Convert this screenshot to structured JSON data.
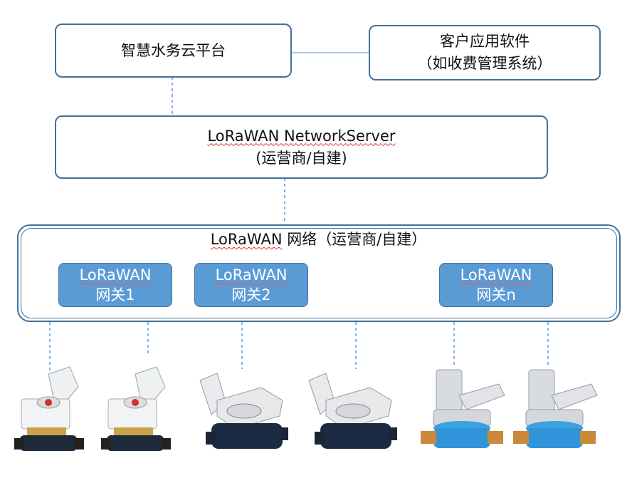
{
  "platform": {
    "label": "智慧水务云平台"
  },
  "client_app": {
    "line1": "客户应用软件",
    "line2": "（如收费管理系统）"
  },
  "network_server": {
    "line1": "LoRaWAN NetworkServer",
    "line2": "(运营商/自建)"
  },
  "lorawan_network": {
    "title_prefix": "LoRaWAN",
    "title_rest": " 网络（运营商/自建）"
  },
  "gateways": [
    {
      "line1": "LoRaWAN",
      "line2": "网关1"
    },
    {
      "line1": "LoRaWAN",
      "line2": "网关2"
    },
    {
      "line1": "LoRaWAN",
      "line2": "网关n"
    }
  ],
  "meters": [
    {
      "kind": "white-brass"
    },
    {
      "kind": "white-brass"
    },
    {
      "kind": "dark-blue"
    },
    {
      "kind": "dark-blue"
    },
    {
      "kind": "blue-valve"
    },
    {
      "kind": "blue-valve"
    }
  ],
  "colors": {
    "border": "#41719c",
    "gateway_fill": "#5b9bd5",
    "line": "#5b9bd5"
  }
}
